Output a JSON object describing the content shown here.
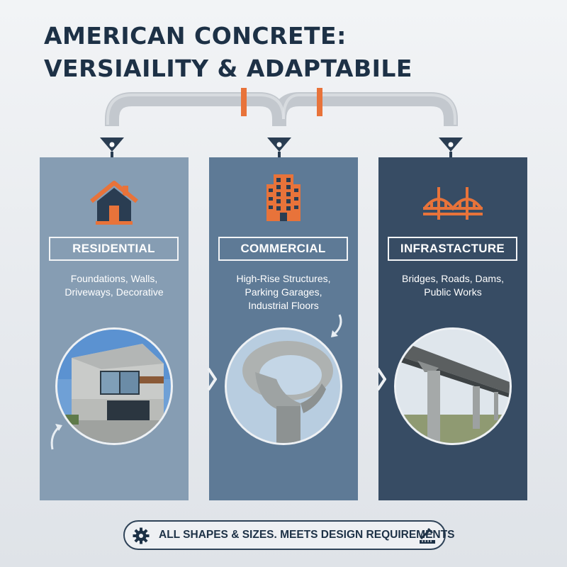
{
  "title": {
    "line1": "AMERICAN CONCRETE:",
    "line2": "VERSIAILITY & ADAPTABILE"
  },
  "panels": [
    {
      "label": "RESIDENTIAL",
      "desc_lines": [
        "Foundations, Walls,",
        "Driveways, Decorative"
      ],
      "icon": "house-icon",
      "color": "#869db3"
    },
    {
      "label": "COMMERCIAL",
      "desc_lines": [
        "High-Rise Structures,",
        "Parking Garages,",
        "Industrial Floors"
      ],
      "icon": "building-icon",
      "color": "#5e7a96"
    },
    {
      "label": "INFRASTACTURE",
      "desc_lines": [
        "Bridges, Roads, Dams,",
        "Public Works"
      ],
      "icon": "bridge-icon",
      "color": "#374c64"
    }
  ],
  "footer": {
    "text": "ALL SHAPES & SIZES. MEETS DESIGN REQUIREMENTS",
    "left_icon": "gear-icon",
    "right_icon": "measure-tool-icon"
  },
  "colors": {
    "accent": "#e8733a",
    "title": "#1d3146",
    "pipe": "#c3c8ce"
  }
}
